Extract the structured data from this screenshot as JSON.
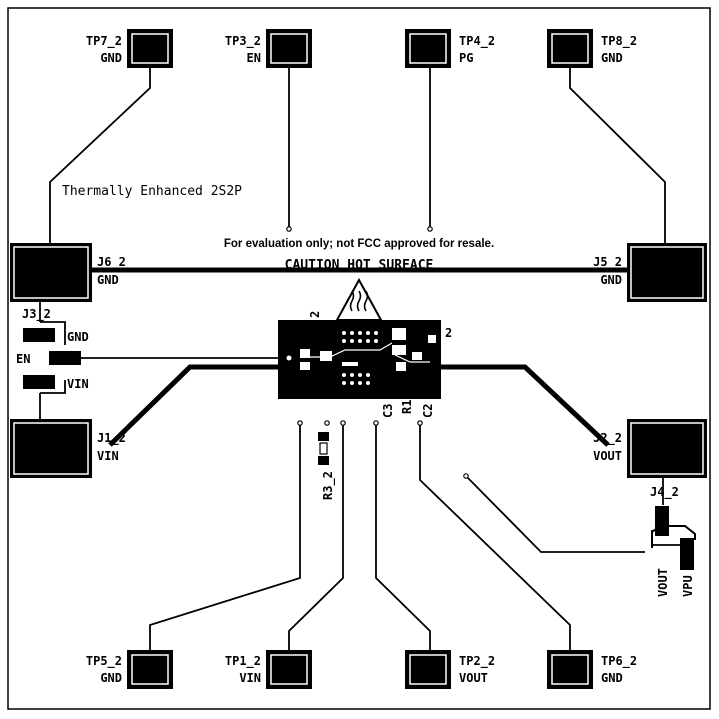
{
  "test_points": {
    "tp7": {
      "name": "TP7_2",
      "net": "GND"
    },
    "tp3": {
      "name": "TP3_2",
      "net": "EN"
    },
    "tp4": {
      "name": "TP4_2",
      "net": "PG"
    },
    "tp8": {
      "name": "TP8_2",
      "net": "GND"
    },
    "tp5": {
      "name": "TP5_2",
      "net": "GND"
    },
    "tp1": {
      "name": "TP1_2",
      "net": "VIN"
    },
    "tp2": {
      "name": "TP2_2",
      "net": "VOUT"
    },
    "tp6": {
      "name": "TP6_2",
      "net": "GND"
    }
  },
  "connectors": {
    "j6": {
      "name": "J6_2",
      "net": "GND"
    },
    "j5": {
      "name": "J5_2",
      "net": "GND"
    },
    "j1": {
      "name": "J1_2",
      "net": "VIN"
    },
    "j2": {
      "name": "J2_2",
      "net": "VOUT"
    },
    "j3": {
      "name": "J3_2",
      "pin_gnd": "GND",
      "pin_en": "EN",
      "pin_vin": "VIN"
    },
    "j4": {
      "name": "J4_2",
      "pin_vout": "VOUT",
      "pin_vpu": "VPU"
    }
  },
  "components": {
    "r3": "R3_2",
    "c3": "C3",
    "r1": "R1",
    "c2": "C2",
    "u_left_suffix": "2",
    "u_right_suffix": "2"
  },
  "notes": {
    "board_title": "Thermally Enhanced 2S2P",
    "disclaimer": "For evaluation only; not FCC approved for resale.",
    "caution": "CAUTION HOT SURFACE"
  }
}
